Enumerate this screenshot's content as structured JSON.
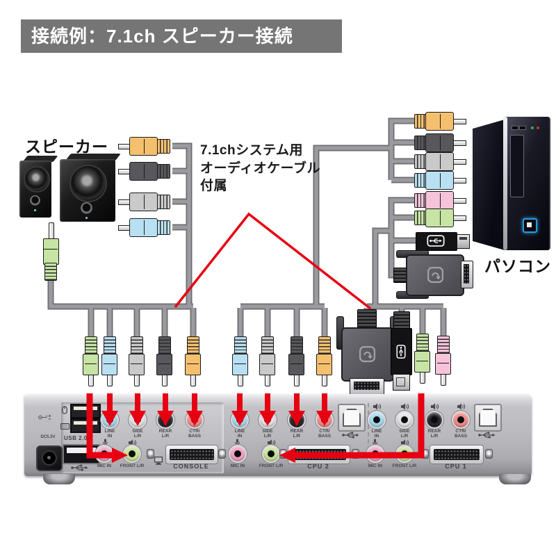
{
  "banner": {
    "title": "接続例：7.1ch スピーカー接続"
  },
  "annotations": {
    "speaker_label": "スピーカー",
    "pc_label": "パソコン",
    "cable_note": "7.1chシステム用\nオーディオケーブル\n付属"
  },
  "panel": {
    "port_labels": {
      "line_in": "LINE\nIN",
      "side_lr": "SIDE\nL/R",
      "rear_lr": "REAR\nL/R",
      "ctr_bass": "CTR/\nBASS",
      "mic_in": "MIC IN",
      "front_lr": "FRONT L/R"
    },
    "sections": {
      "console": "CONSOLE",
      "cpu2": "CPU 2",
      "cpu1": "CPU 1"
    },
    "usb_label": "USB 2.0",
    "dc_label": "DC5.3V"
  },
  "colors": {
    "banner_gray": "#757575",
    "accent_red": "#e60012",
    "cable_gray": "#9b9b9f",
    "plug_orange": "#f5c06e",
    "plug_dark": "#58585c",
    "plug_gray": "#cacaca",
    "plug_blue": "#b9e0f2",
    "plug_pink": "#f6c3da",
    "plug_green": "#c6e4a4"
  }
}
